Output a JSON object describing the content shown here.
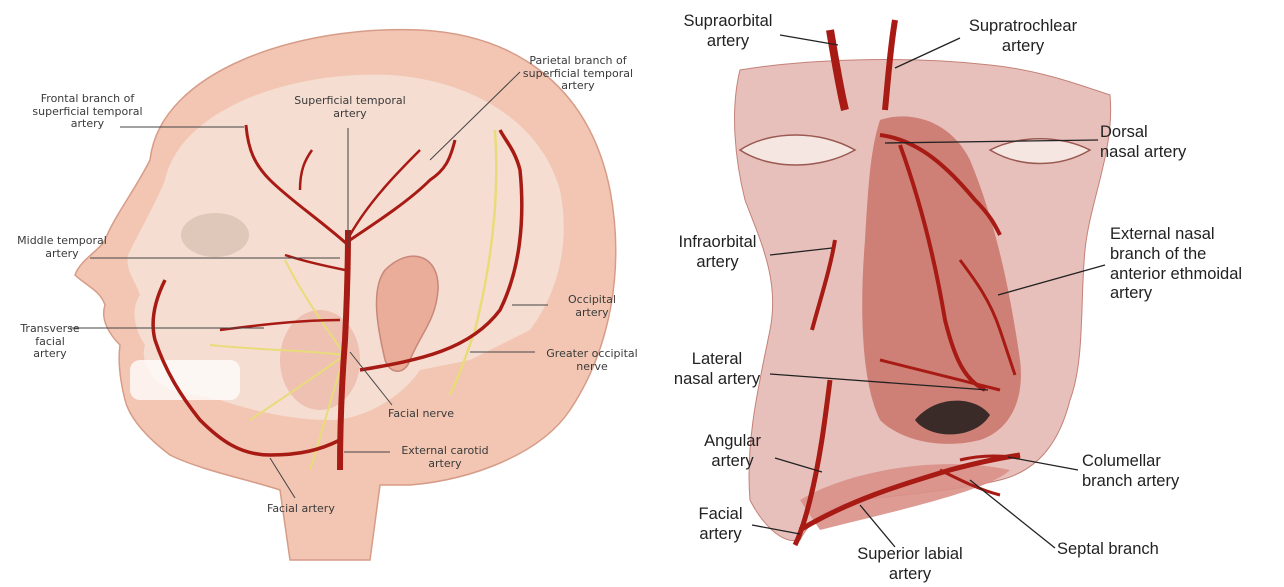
{
  "colors": {
    "artery": "#a81a14",
    "nerve": "#e8dc7a",
    "skin": "#f2c6b3",
    "scalp": "#ecb8a6",
    "muscle": "#c9746a",
    "leader": "#444444"
  },
  "left_panel": {
    "labels": {
      "frontal_branch": "Frontal branch of\nsuperficial temporal\nartery",
      "superficial_temporal": "Superficial temporal\nartery",
      "parietal_branch": "Parietal branch of\nsuperficial temporal\nartery",
      "middle_temporal": "Middle temporal\nartery",
      "transverse_facial": "Transverse\nfacial\nartery",
      "occipital": "Occipital\nartery",
      "greater_occipital": "Greater occipital\nnerve",
      "facial_nerve": "Facial nerve",
      "external_carotid": "External carotid\nartery",
      "facial_artery": "Facial artery"
    }
  },
  "right_panel": {
    "labels": {
      "supraorbital": "Supraorbital\nartery",
      "supratrochlear": "Supratrochlear\nartery",
      "dorsal_nasal": "Dorsal\nnasal artery",
      "infraorbital": "Infraorbital\nartery",
      "external_nasal": "External nasal\nbranch of the\nanterior ethmoidal\nartery",
      "lateral_nasal": "Lateral\nnasal artery",
      "angular": "Angular\nartery",
      "columellar": "Columellar\nbranch artery",
      "facial": "Facial\nartery",
      "superior_labial": "Superior labial\nartery",
      "septal": "Septal branch"
    }
  }
}
